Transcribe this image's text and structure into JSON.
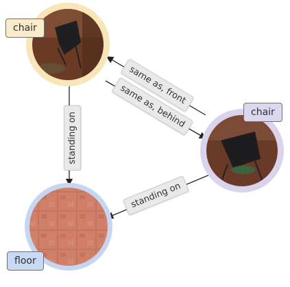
{
  "nodes": {
    "chair_top": {
      "label": "chair",
      "ring_color": "#f8e5b8",
      "tag_color": "#fbecc9"
    },
    "chair_right": {
      "label": "chair",
      "ring_color": "#d9d4ec",
      "tag_color": "#dcd6ee"
    },
    "floor": {
      "label": "floor",
      "ring_color": "#c6d6f0",
      "tag_color": "#c9d9f3"
    }
  },
  "edges": {
    "right_to_top": "same as, front",
    "top_to_right": "same as, behind",
    "top_to_floor": "standing on",
    "right_to_floor": "standing on"
  }
}
